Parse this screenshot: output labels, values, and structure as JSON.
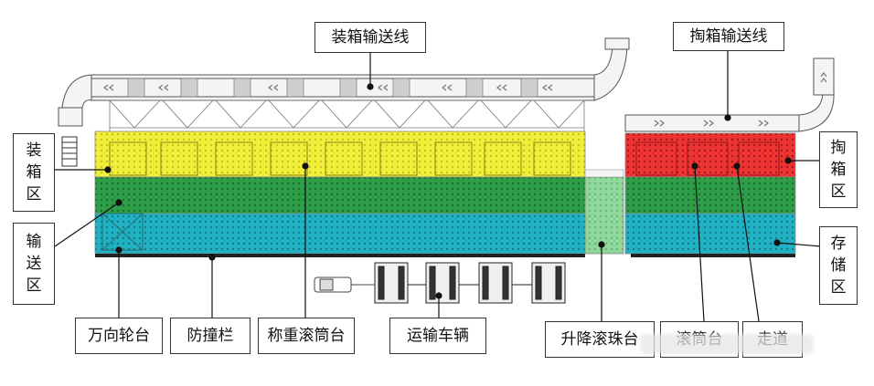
{
  "labels": {
    "packing_conveyor": "装箱输送线",
    "unpacking_conveyor": "掏箱输送线",
    "packing_zone": [
      "装",
      "箱",
      "区"
    ],
    "transfer_zone": [
      "输",
      "送",
      "区"
    ],
    "unpacking_zone": [
      "掏",
      "箱",
      "区"
    ],
    "storage_zone": [
      "存",
      "储",
      "区"
    ],
    "universal_wheel_table": "万向轮台",
    "anti_collision_rail": "防撞栏",
    "weighing_roller_table": "称重滚筒台",
    "transport_vehicle": "运输车辆",
    "lifting_ball_table": "升降滚珠台",
    "roller_table": "滚筒台",
    "walkway": "走道"
  },
  "colors": {
    "yellow_zone": "#f2ef3b",
    "green_zone": "#2e9e48",
    "cyan_zone": "#20b2c4",
    "red_zone": "#ee3333",
    "lift_zone": "#8fd69a",
    "conveyor": "#f4f4f4",
    "outline": "#555555"
  },
  "icons": [
    "chevron-arrow-icon",
    "truck-icon",
    "trailer-icon"
  ]
}
